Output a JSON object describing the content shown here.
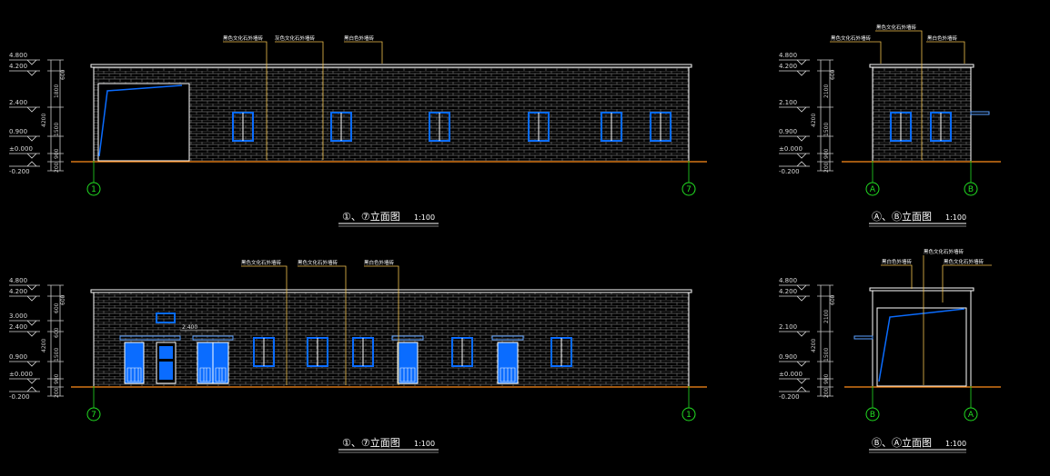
{
  "colors": {
    "background": "#000000",
    "wall": "#ffffff",
    "brick": "#6b6b6b",
    "window": "#0a6cff",
    "window_frame": "#e8e8e8",
    "ground": "#ff8c1a",
    "axis": "#22dd22",
    "leader": "#f2c14e",
    "dim": "#cccccc",
    "level": "#d8d8d8",
    "label": "#ffffff"
  },
  "drawings": [
    {
      "title": "①、⑦立面图",
      "scale": "1:100",
      "axis_left": "1",
      "axis_right": "7",
      "levels": [
        "4.800",
        "4.200",
        "2.400",
        "0.900",
        "±0.000",
        "-0.200"
      ],
      "dims": [
        "600",
        "1800",
        "4200",
        "1500",
        "900",
        "200"
      ],
      "notes": [
        "黑色文化石外墙砖",
        "灰色文化石外墙砖",
        "黑白色外墙砖"
      ]
    },
    {
      "title": "Ⓐ、Ⓑ立面图",
      "scale": "1:100",
      "axis_left": "A",
      "axis_right": "B",
      "levels": [
        "4.800",
        "4.200",
        "2.100",
        "0.900",
        "±0.000",
        "-0.200"
      ],
      "dims": [
        "600",
        "2100",
        "4200",
        "1500",
        "900",
        "200"
      ],
      "notes": [
        "黑色文化石外墙砖",
        "黑白色外墙砖"
      ]
    },
    {
      "title": "①、⑦立面图",
      "scale": "1:100",
      "axis_left": "7",
      "axis_right": "1",
      "levels": [
        "4.800",
        "4.200",
        "3.000",
        "2.400",
        "0.900",
        "±0.000",
        "-0.200"
      ],
      "dims": [
        "600",
        "600",
        "4200",
        "600",
        "1500",
        "900",
        "200"
      ],
      "door_level": "2.400",
      "notes": [
        "黑色文化石外墙砖",
        "黑色文化石外墙砖",
        "黑白色外墙砖"
      ]
    },
    {
      "title": "Ⓑ、Ⓐ立面图",
      "scale": "1:100",
      "axis_left": "B",
      "axis_right": "A",
      "levels": [
        "4.800",
        "4.200",
        "2.100",
        "0.900",
        "±0.000",
        "-0.200"
      ],
      "dims": [
        "600",
        "2100",
        "4200",
        "1500",
        "900",
        "200"
      ],
      "notes": [
        "黑色文化石外墙砖",
        "黑白色外墙砖",
        "黑色文化石外墙砖"
      ]
    }
  ]
}
